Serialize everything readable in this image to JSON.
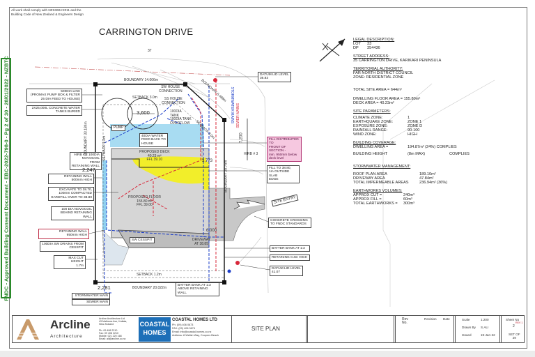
{
  "notes": "All work shall comply with NZS3604:2011 and the\nBuilding Code of New Zealand & Engineers Design",
  "stamp": "FNDC - Approved Building Consent Document - EBC-2022-798-0 - Pg 2 of 30 - 28/01/2022 - NZBTC",
  "street_name": "CARRINGTON DRIVE",
  "lot_neighbour": "37",
  "left_labels": {
    "pump_box": "500DIA LINX\n(PROMAX PUMP BOX & FILTER\n25 DIA FEED TO HOUSE)",
    "tanks": "2X25,000L CONCRETE WATER\nTANKS BURIED",
    "hirb2": "HIRB # 2  100DIA\nNOVOCOIL FROM\nRETAINING WALL",
    "dim_2247": "2,247",
    "retaining_500": "RETAINING WALL\n500mm HIGH",
    "excavate": "EXCAVATE TO 38.70,\n100mm COMPACTED\nHARDFILL OVER TO 38.80",
    "novocoil": "100 DIA NOVOCOIL\nBEHIND RETAINING WALL",
    "retaining_950": "RETAINING WALL\n950mm HIGH",
    "sw_drains": "100DIA SW DRAINS FROM\nCESSPIT",
    "max_cut": "MAX CUT HEIGHT\n1.7m",
    "dim_2281": "2,281",
    "stormwater_main": "STORMWATER MAIN",
    "sewer_main": "SEWER MAIN"
  },
  "right_labels": {
    "datum_top": "DATUM LID LEVEL\n36.83",
    "fill_distributed": "FILL DISTRIBUTED TO\nFRONT OF SECTION -\nmin. 950mm below\ndeck level",
    "fill_3880": "FILL TO 38.80,\n1m OUTSIDE SLAB\nEDGE",
    "site_entry": "SITE ENTRY",
    "concrete_crossing": "CONCRETE CROSSING\nTO FNDC STANDARDS",
    "batter_bank": "BATTER BANK AT 1:3",
    "retaining_04": "RETAINING 0.4m HIGH",
    "datum_bottom": "DATUM LID LEVEL\n41.07",
    "batter_above": "BATTER BANK AT 1:3\nABOVE RETAINING WALL"
  },
  "plan": {
    "boundary_top": "BOUNDARY 14.006m",
    "boundary_left": "BOUNDARY 33.184m",
    "boundary_diag": "BOUNDARY 6.488m",
    "boundary_right": "BOUNDARY 28.75m",
    "boundary_bottom": "BOUNDARY 20.022m",
    "setback_top": "SETBACK 3.0m",
    "setback_left": "SETBACK 1.2m",
    "setback_bottom": "SETBACK 1.2m",
    "setback_diag": "SETBACK 3.0m",
    "sw_house": "SW HOUSE\nCONNECTION",
    "ss_house": "SS HOUSE\nCONNECTION",
    "dim_3600": "3,600",
    "pump": "PUMP",
    "tank_overflow": "100DIA\nTANK\n100DIA TANK\nOVERFLOW",
    "water_feed": "40DIA WATER\nFEED BACK TO\nHOUSE",
    "deck": "PROPOSED DECK\n40.23 m²\nFFL 39.10",
    "dim_3773": "3,773",
    "floor": "PROPOSED FLOOR\n155.80 m²\nFFL 39.00",
    "sw_cesspit": "SW CESSPIT",
    "driveway": "DRIVEWAY\nAT 38.85",
    "stormwater_mains": "STORMWATER MAINS",
    "sewer_mains": "SEWER MAINS",
    "dim_7200": "7,200",
    "hirb3": "HIRB # 3",
    "dim_6000": "6,000"
  },
  "info": {
    "legal_h": "LEGAL DESCRIPTION:",
    "lot_k": "LOT",
    "lot_v": "33",
    "dp_k": "DP",
    "dp_v": "354436",
    "street_h": "STREET ADDRESS:",
    "street_v": "35 CARRINGTON DRIVE, KARIKARI PENINSULA",
    "auth_h": "TERRITORIAL AUTHORITY:",
    "auth_v": "FAR NORTH DISTRICT COUNCIL",
    "zone_v": "ZONE: RESIDENTIAL ZONE",
    "site_area": "TOTAL SITE AREA = 644m²",
    "floor_area": "DWELLING FLOOR AREA = 155.80m²",
    "deck_area": "DECK AREA = 40.23m²",
    "params_h": "SITE PARAMETERS:",
    "params": [
      {
        "k": "CLIMATE ZONE:",
        "v": "1"
      },
      {
        "k": "EARTHQUAKE ZONE:",
        "v": "ZONE 1"
      },
      {
        "k": "EXPOSURE ZONE:",
        "v": "ZONE D"
      },
      {
        "k": "RAINFALL RANGE:",
        "v": "90-100"
      },
      {
        "k": "WIND ZONE:",
        "v": "HIGH"
      }
    ],
    "coverage_h": "BUILDING COVERAGE:",
    "coverage_k": "DWELLING AREA =",
    "coverage_v": "194.87m² (24%) COMPLIES",
    "height_k": "BUILDING HEIGHT",
    "height_v": "(8m MAX)",
    "height_c": "COMPLIES",
    "storm_h": "STORMWATER MANAGEMENT:",
    "storm": [
      {
        "k": "ROOF PLAN AREA",
        "v": "189.10m²"
      },
      {
        "k": "DRIVEWAY AREA",
        "v": "47.84m²"
      },
      {
        "k": "TOTAL IMPERMEABLE AREAS",
        "v": "236.94m² (36%)"
      }
    ],
    "earth_h": "EARTHWORKS VOLUMES:",
    "earth": [
      {
        "k": "APPROX CUT =",
        "v": "240m³"
      },
      {
        "k": "APPROX FILL =",
        "v": "60m³"
      },
      {
        "k": "TOTAL EARTHWORKS =",
        "v": "300m³"
      }
    ]
  },
  "title_block": {
    "firm_name": "Arcline",
    "firm_sub": "Architecture",
    "firm_address": "Arcline Architecture Ltd\n43 Mathews Ave, Kaitaia,\nNew Zealand\n\nPh:      09 408 2210\nFax:     09 408 2210\nMobile:  021 220 168\nEmail: ali@arcline.co.nz",
    "client_logo": "COASTAL\nHOMES",
    "client_name": "COASTAL HOMES LTD",
    "client_details": "Ph:      (09) 406 0673\nFAX:    (09) 406 0674\nEmail:  info@coastal-homes.co.nz\nAddress: 8 Wellsh Way, Coopers Beach",
    "sheet_title": "SITE PLAN",
    "rev_no": "Rev\nNo.",
    "revision": "Revision",
    "date": "Date",
    "scale_k": "Scale",
    "scale_v": "1:200",
    "drawn_k": "Drawn By",
    "drawn_v": "S.ALI",
    "issued_k": "Issued",
    "issued_v": "19-Jan-22",
    "sheet_k": "Sheet No",
    "sheet_rev": "REV 1",
    "sheet_v": "2",
    "set_of": "SET OF\n29"
  },
  "colors": {
    "stamp": "#2a8a2a",
    "water": "#a8dcf2",
    "deck": "#f2ee2a",
    "house": "#d4d4d4",
    "stormwater": "#1a3cc8",
    "sewer": "#d8283a"
  }
}
